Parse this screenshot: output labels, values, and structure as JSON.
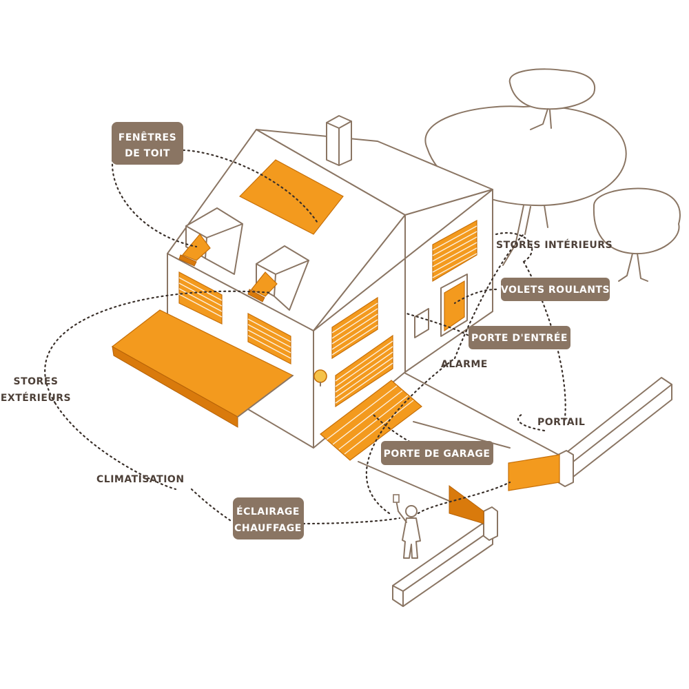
{
  "labels": {
    "fenetres_de_toit": [
      "FENÊTRES",
      "DE TOIT"
    ],
    "stores_interieurs": "STORES INTÉRIEURS",
    "volets_roulants": "VOLETS ROULANTS",
    "porte_d_entree": "PORTE D'ENTRÉE",
    "alarme": "ALARME",
    "stores_exterieurs": [
      "STORES",
      "EXTÉRIEURS"
    ],
    "portail": "PORTAIL",
    "porte_de_garage": "PORTE DE GARAGE",
    "climatisation": "CLIMATISATION",
    "eclairage_chauffage": [
      "ÉCLAIRAGE",
      "CHAUFFAGE"
    ]
  },
  "colors": {
    "accent_orange": "#f39a1e",
    "badge_brown": "#8a7563",
    "outline_brown": "#8a7563",
    "dotted_line": "#3a302a"
  },
  "icons": [
    "chimney",
    "tree",
    "person-with-remote",
    "alarm-siren",
    "gate",
    "fence"
  ]
}
